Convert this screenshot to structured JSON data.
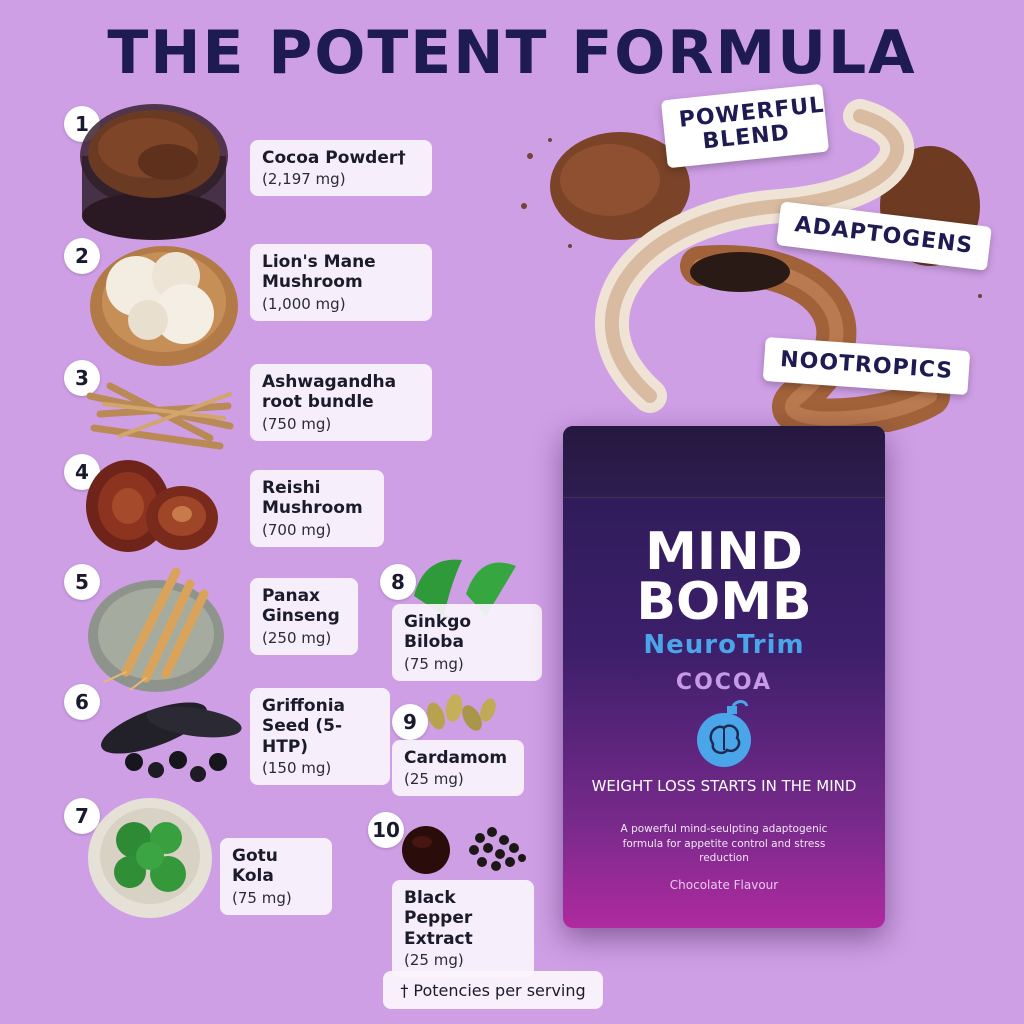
{
  "title": "THE POTENT FORMULA",
  "ingredients": [
    {
      "num": "1",
      "name": "Cocoa Powder†",
      "dose": "(2,197 mg)"
    },
    {
      "num": "2",
      "name": "Lion's Mane Mushroom",
      "dose": "(1,000 mg)"
    },
    {
      "num": "3",
      "name": "Ashwagandha root bundle",
      "dose": "(750 mg)"
    },
    {
      "num": "4",
      "name": "Reishi Mushroom",
      "dose": "(700 mg)"
    },
    {
      "num": "5",
      "name": "Panax Ginseng",
      "dose": "(250 mg)"
    },
    {
      "num": "6",
      "name": "Griffonia Seed (5-HTP)",
      "dose": "(150 mg)"
    },
    {
      "num": "7",
      "name": "Gotu Kola",
      "dose": "(75 mg)"
    },
    {
      "num": "8",
      "name": "Ginkgo Biloba",
      "dose": "(75 mg)"
    },
    {
      "num": "9",
      "name": "Cardamom",
      "dose": "(25 mg)"
    },
    {
      "num": "10",
      "name": "Black Pepper Extract",
      "dose": "(25 mg)"
    }
  ],
  "tags": {
    "powerful": "POWERFUL BLEND",
    "adaptogens": "ADAPTOGENS",
    "nootropics": "NOOTROPICS"
  },
  "pouch": {
    "line1": "MIND",
    "line2": "BOMB",
    "sub_brand": "NeuroTrim",
    "flavor": "COCOA",
    "tagline": "WEIGHT LOSS STARTS IN THE MIND",
    "description": "A powerful mind-seulpting adaptogenic formula for appetite control and stress reduction",
    "flavour_note": "Chocolate Flavour"
  },
  "footnote": "† Potencies per serving",
  "colors": {
    "background": "#cf9fe6",
    "title": "#1e1a52",
    "pouch_top": "#2a1b52",
    "pouch_bottom": "#b02aa0",
    "accent_blue": "#4aa6e8"
  }
}
